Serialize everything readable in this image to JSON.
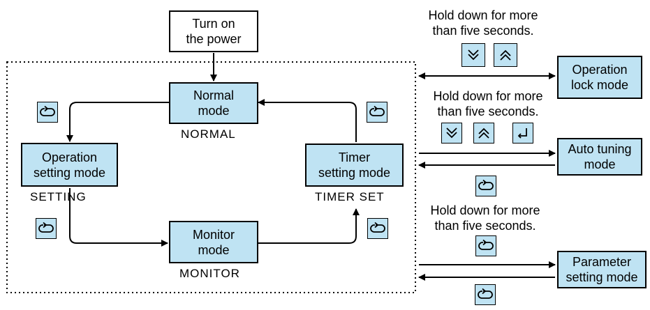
{
  "nodes": {
    "power_on": "Turn on\nthe power",
    "normal": "Normal\nmode",
    "operation_setting": "Operation\nsetting mode",
    "timer_setting": "Timer\nsetting mode",
    "monitor": "Monitor\nmode",
    "operation_lock": "Operation\nlock mode",
    "auto_tuning": "Auto tuning\nmode",
    "parameter_setting": "Parameter\nsetting mode"
  },
  "labels": {
    "normal": "NORMAL",
    "setting": "SETTING",
    "timer_set": "TIMER SET",
    "monitor": "MONITOR"
  },
  "notes": {
    "lock_hold": "Hold down for more\nthan five seconds.",
    "tuning_hold": "Hold down for more\nthan five seconds.",
    "parameter_hold": "Hold down for more\nthan five seconds."
  },
  "icons": {
    "mode_key": "mode-cycle-icon",
    "down_key": "double-chevron-down-icon",
    "up_key": "double-chevron-up-icon",
    "enter_key": "enter-icon"
  },
  "colors": {
    "box_fill": "#bfe3f3",
    "line": "#000000"
  }
}
